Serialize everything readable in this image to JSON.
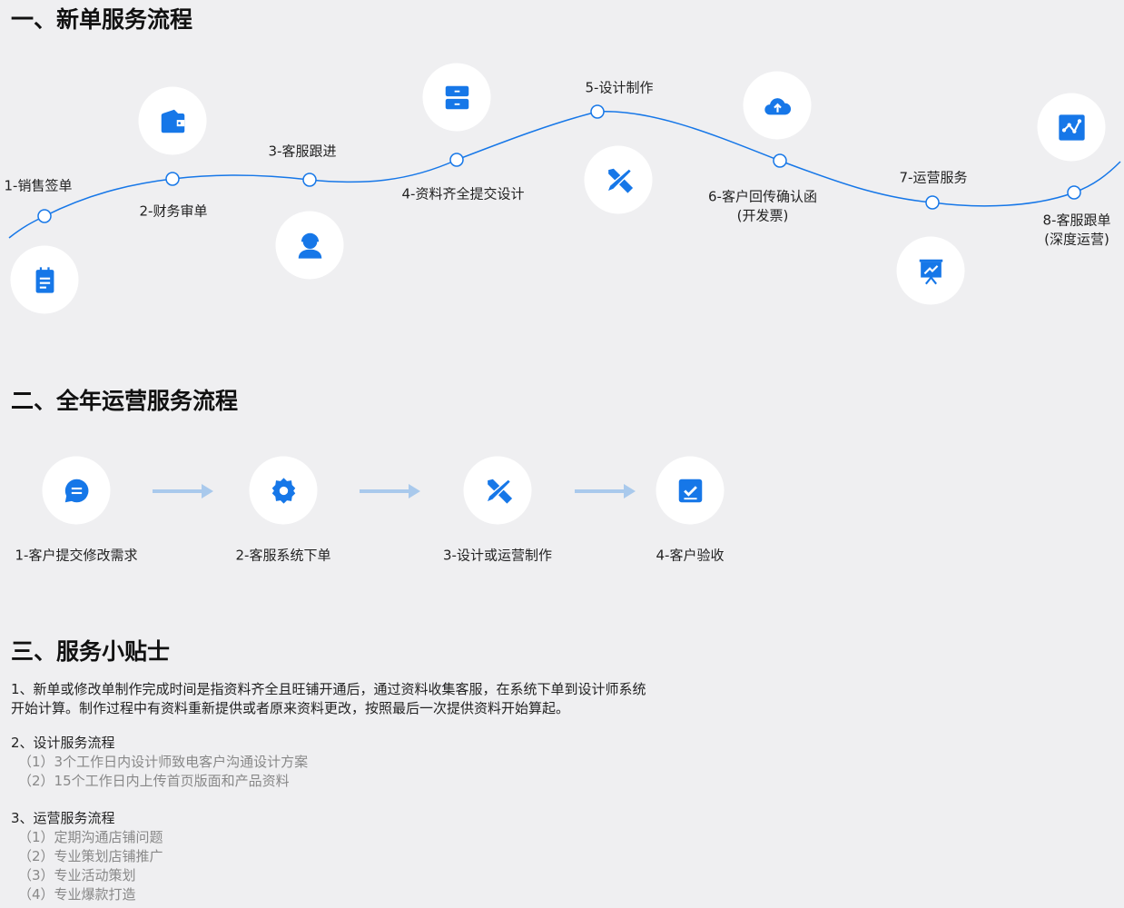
{
  "colors": {
    "accent": "#1677e8",
    "background": "#efeff1"
  },
  "section1": {
    "title": "一、新单服务流程",
    "steps": [
      {
        "label": "1-销售签单",
        "icon": "notepad-icon"
      },
      {
        "label": "2-财务审单",
        "icon": "wallet-icon"
      },
      {
        "label": "3-客服跟进",
        "icon": "headset-user-icon"
      },
      {
        "label": "4-资料齐全提交设计",
        "icon": "drawer-icon"
      },
      {
        "label": "5-设计制作",
        "icon": "pencil-ruler-icon"
      },
      {
        "label": "6-客户回传确认函",
        "label2": "(开发票)",
        "icon": "cloud-upload-icon"
      },
      {
        "label": "7-运营服务",
        "icon": "presentation-chart-icon"
      },
      {
        "label": "8-客服跟单",
        "label2": "(深度运营)",
        "icon": "line-chart-icon"
      }
    ]
  },
  "section2": {
    "title": "二、全年运营服务流程",
    "steps": [
      {
        "label": "1-客户提交修改需求",
        "icon": "chat-icon"
      },
      {
        "label": "2-客服系统下单",
        "icon": "gear-icon"
      },
      {
        "label": "3-设计或运营制作",
        "icon": "pencil-ruler-icon"
      },
      {
        "label": "4-客户验收",
        "icon": "checkbox-icon"
      }
    ]
  },
  "section3": {
    "title": "三、服务小贴士",
    "p1a": "1、新单或修改单制作完成时间是指资料齐全且旺铺开通后，通过资料收集客服，在系统下单到设计师系统",
    "p1b": "开始计算。制作过程中有资料重新提供或者原来资料更改，按照最后一次提供资料开始算起。",
    "p2": "2、设计服务流程",
    "p2items": [
      "（1）3个工作日内设计师致电客户沟通设计方案",
      "（2）15个工作日内上传首页版面和产品资料"
    ],
    "p3": "3、运营服务流程",
    "p3items": [
      "（1）定期沟通店铺问题",
      "（2）专业策划店铺推广",
      "（3）专业活动策划",
      "（4）专业爆款打造"
    ]
  }
}
